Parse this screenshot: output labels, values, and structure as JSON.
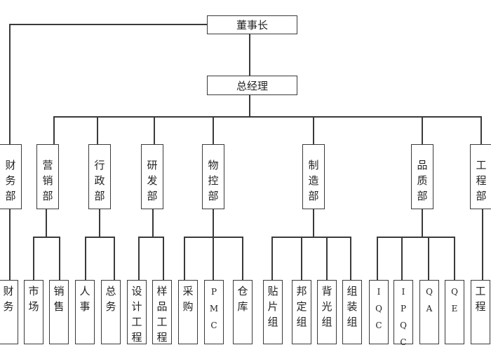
{
  "chart_data": {
    "type": "org-chart",
    "root": {
      "label": "董事长",
      "children": [
        {
          "label": "总经理",
          "children": [
            {
              "label": "营销部",
              "children": [
                {
                  "label": "市场"
                },
                {
                  "label": "销售"
                }
              ]
            },
            {
              "label": "行政部",
              "children": [
                {
                  "label": "人事"
                },
                {
                  "label": "总务"
                }
              ]
            },
            {
              "label": "研发部",
              "children": [
                {
                  "label": "设计工程"
                },
                {
                  "label": "样品工程"
                }
              ]
            },
            {
              "label": "物控部",
              "children": [
                {
                  "label": "采购"
                },
                {
                  "label": "PMC"
                },
                {
                  "label": "仓库"
                }
              ]
            },
            {
              "label": "制造部",
              "children": [
                {
                  "label": "贴片组"
                },
                {
                  "label": "邦定组"
                },
                {
                  "label": "背光组"
                },
                {
                  "label": "组装组"
                }
              ]
            },
            {
              "label": "品质部",
              "children": [
                {
                  "label": "IQC"
                },
                {
                  "label": "IPQC"
                },
                {
                  "label": "QA"
                },
                {
                  "label": "QE"
                }
              ]
            },
            {
              "label": "工程部",
              "children": [
                {
                  "label": "工程"
                }
              ]
            }
          ]
        },
        {
          "label": "财务部",
          "children": [
            {
              "label": "财务"
            }
          ]
        }
      ]
    }
  },
  "nodes": {
    "chairman": "董事长",
    "general_manager": "总经理",
    "departments": [
      {
        "key": "finance",
        "label": "财务部"
      },
      {
        "key": "marketing",
        "label": "营销部"
      },
      {
        "key": "admin",
        "label": "行政部"
      },
      {
        "key": "rnd",
        "label": "研发部"
      },
      {
        "key": "material-control",
        "label": "物控部"
      },
      {
        "key": "manufacturing",
        "label": "制造部"
      },
      {
        "key": "quality",
        "label": "品质部"
      },
      {
        "key": "engineering",
        "label": "工程部"
      }
    ],
    "units": [
      {
        "key": "finance",
        "label": "财务"
      },
      {
        "key": "market",
        "label": "市场"
      },
      {
        "key": "sales",
        "label": "销售"
      },
      {
        "key": "hr",
        "label": "人事"
      },
      {
        "key": "general-affairs",
        "label": "总务"
      },
      {
        "key": "design-eng",
        "label": "设计工程"
      },
      {
        "key": "sample-eng",
        "label": "样品工程"
      },
      {
        "key": "purchasing",
        "label": "采购"
      },
      {
        "key": "pmc",
        "label": "PMC"
      },
      {
        "key": "warehouse",
        "label": "仓库"
      },
      {
        "key": "smt",
        "label": "贴片组"
      },
      {
        "key": "bonding",
        "label": "邦定组"
      },
      {
        "key": "backlight",
        "label": "背光组"
      },
      {
        "key": "assembly",
        "label": "组装组"
      },
      {
        "key": "iqc",
        "label": "IQC"
      },
      {
        "key": "ipqc",
        "label": "IPQC"
      },
      {
        "key": "qa",
        "label": "QA"
      },
      {
        "key": "qe",
        "label": "QE"
      },
      {
        "key": "engineering",
        "label": "工程"
      }
    ]
  }
}
